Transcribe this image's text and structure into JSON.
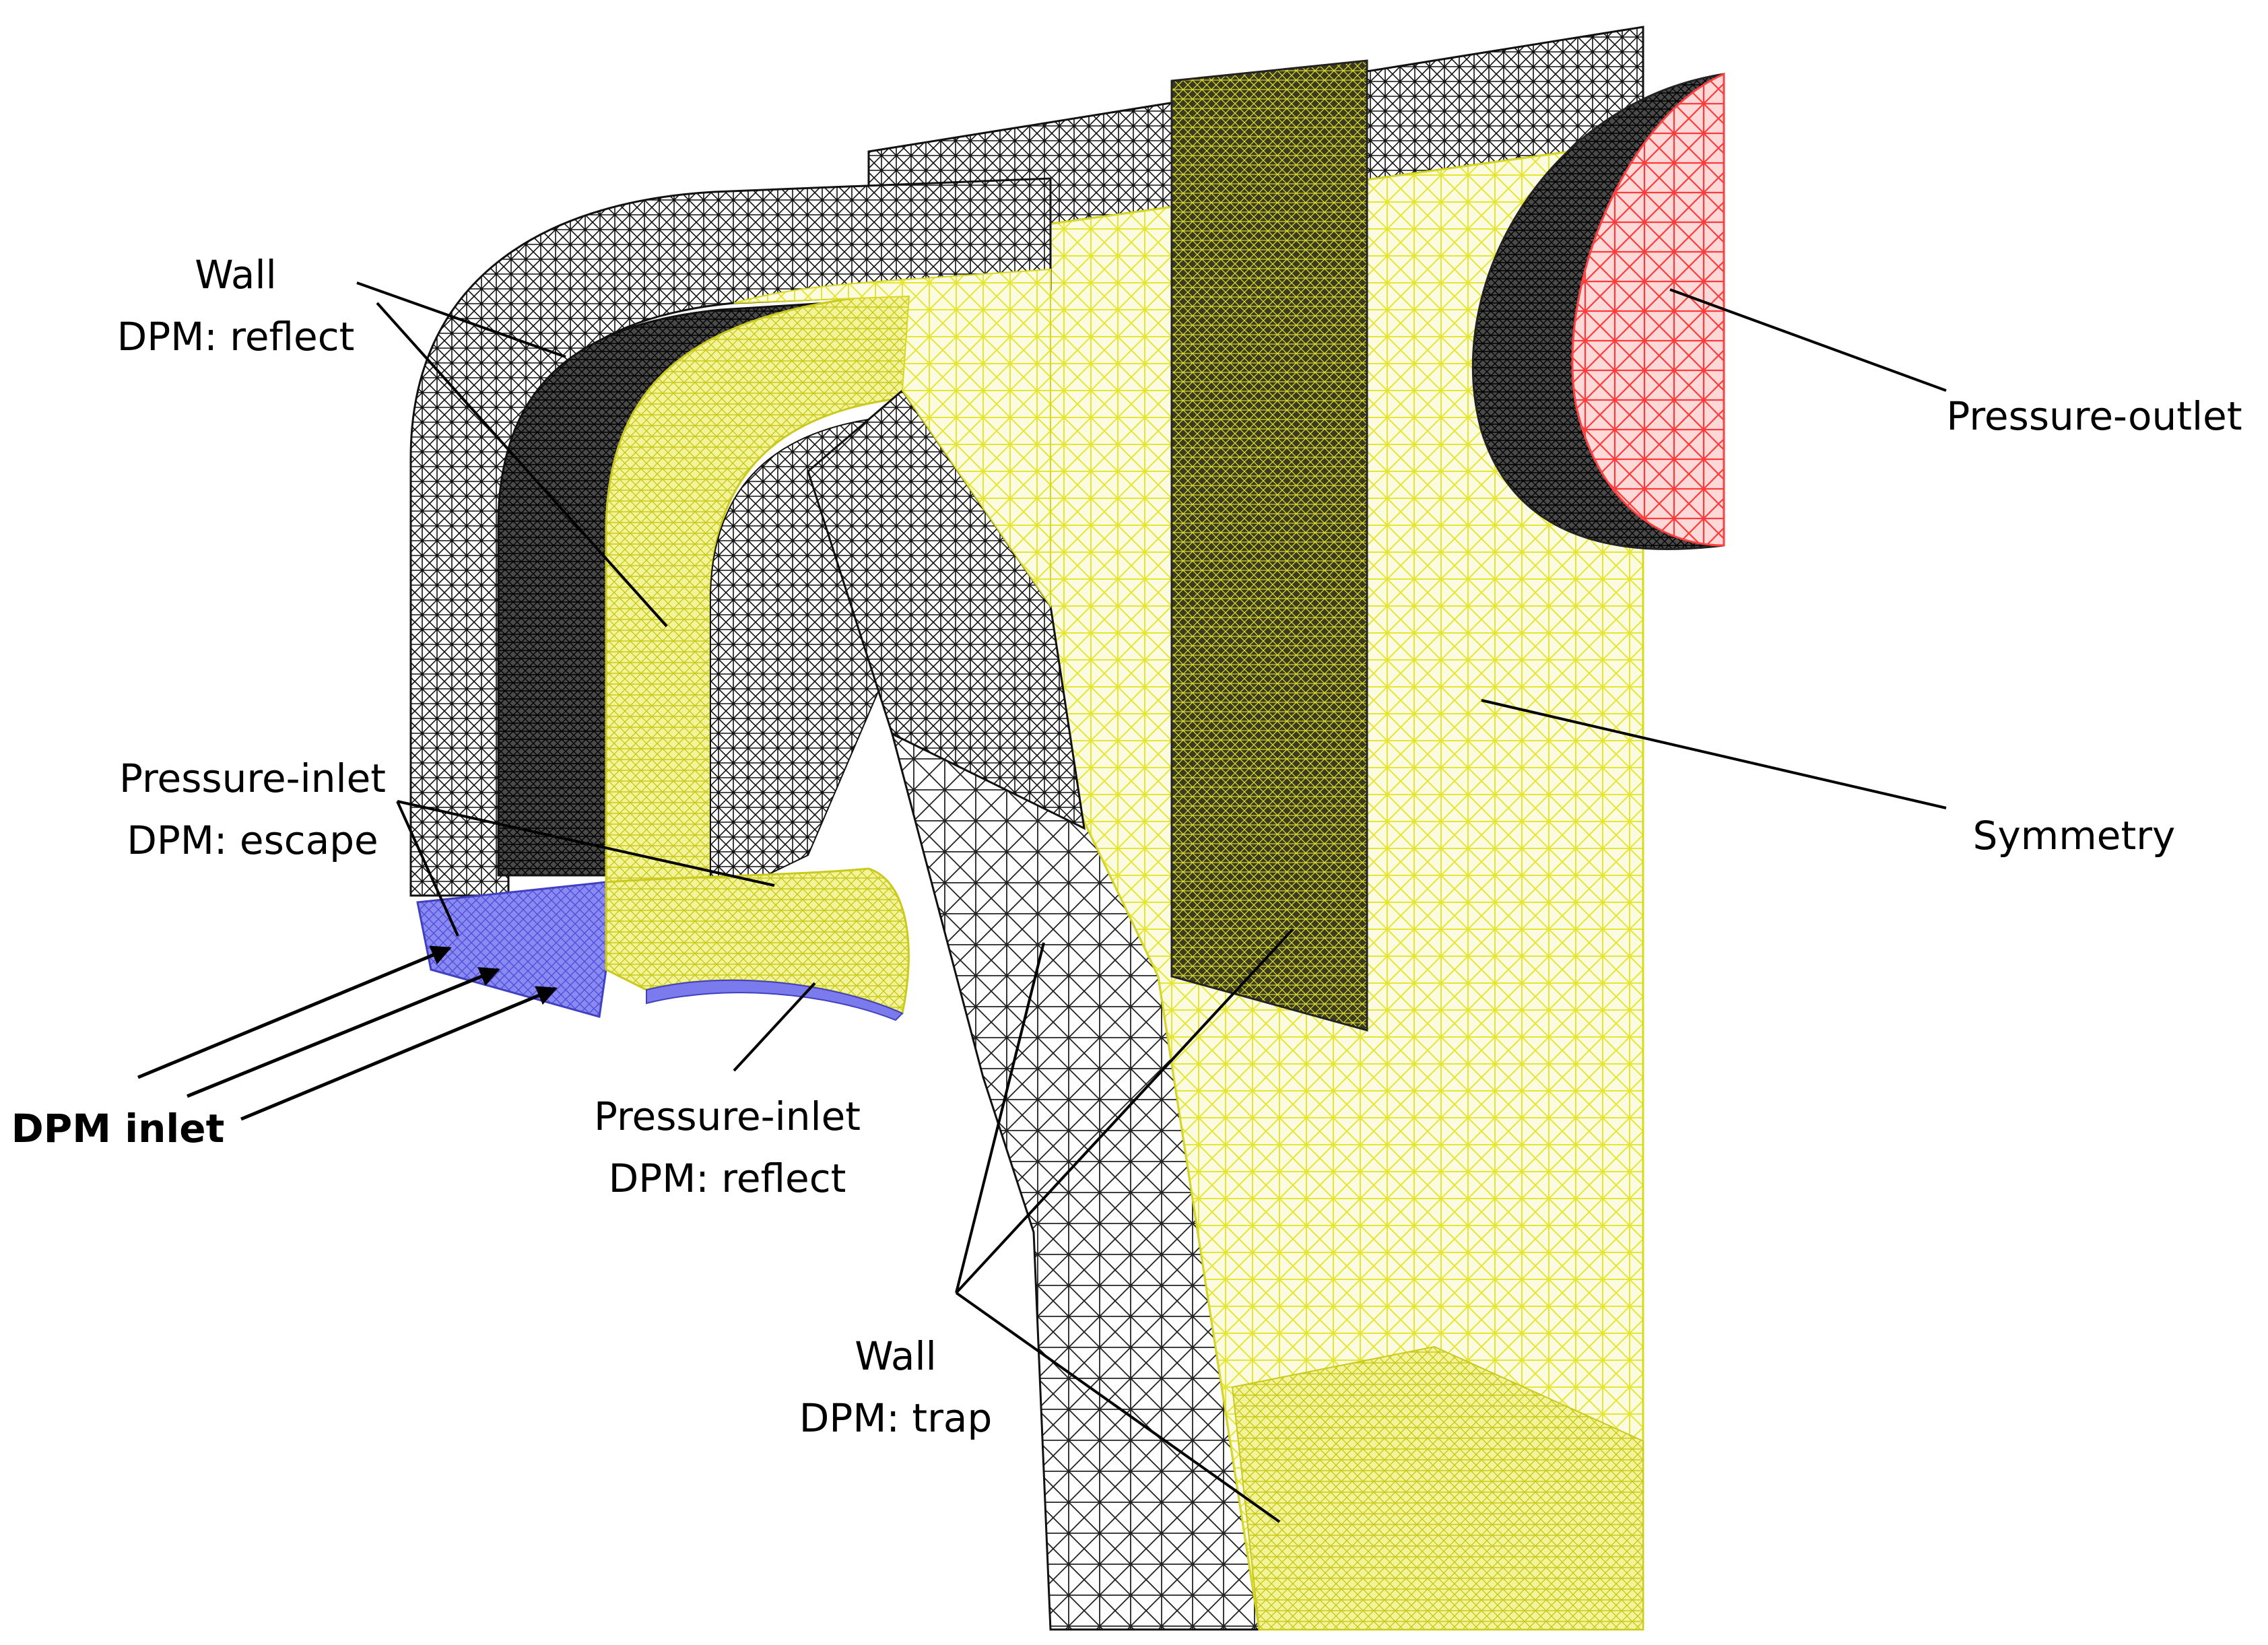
{
  "colors": {
    "background": "#ffffff",
    "mesh_black": "#111111",
    "mesh_yellow": "#ecec3a",
    "yellow_fill": "#f7f7b0",
    "inlet_blue": "#7b7bee",
    "outlet_red": "#ff6060",
    "leader": "#000000"
  },
  "labels": {
    "wall_reflect": {
      "line1": "Wall",
      "line2": "DPM: reflect"
    },
    "pressure_outlet": {
      "line1": "Pressure-outlet"
    },
    "symmetry": {
      "line1": "Symmetry"
    },
    "inlet_escape": {
      "line1": "Pressure-inlet",
      "line2": "DPM: escape"
    },
    "dpm_inlet": {
      "line1": "DPM inlet"
    },
    "inlet_reflect": {
      "line1": "Pressure-inlet",
      "line2": "DPM: reflect"
    },
    "wall_trap": {
      "line1": "Wall",
      "line2": "DPM: trap"
    }
  }
}
